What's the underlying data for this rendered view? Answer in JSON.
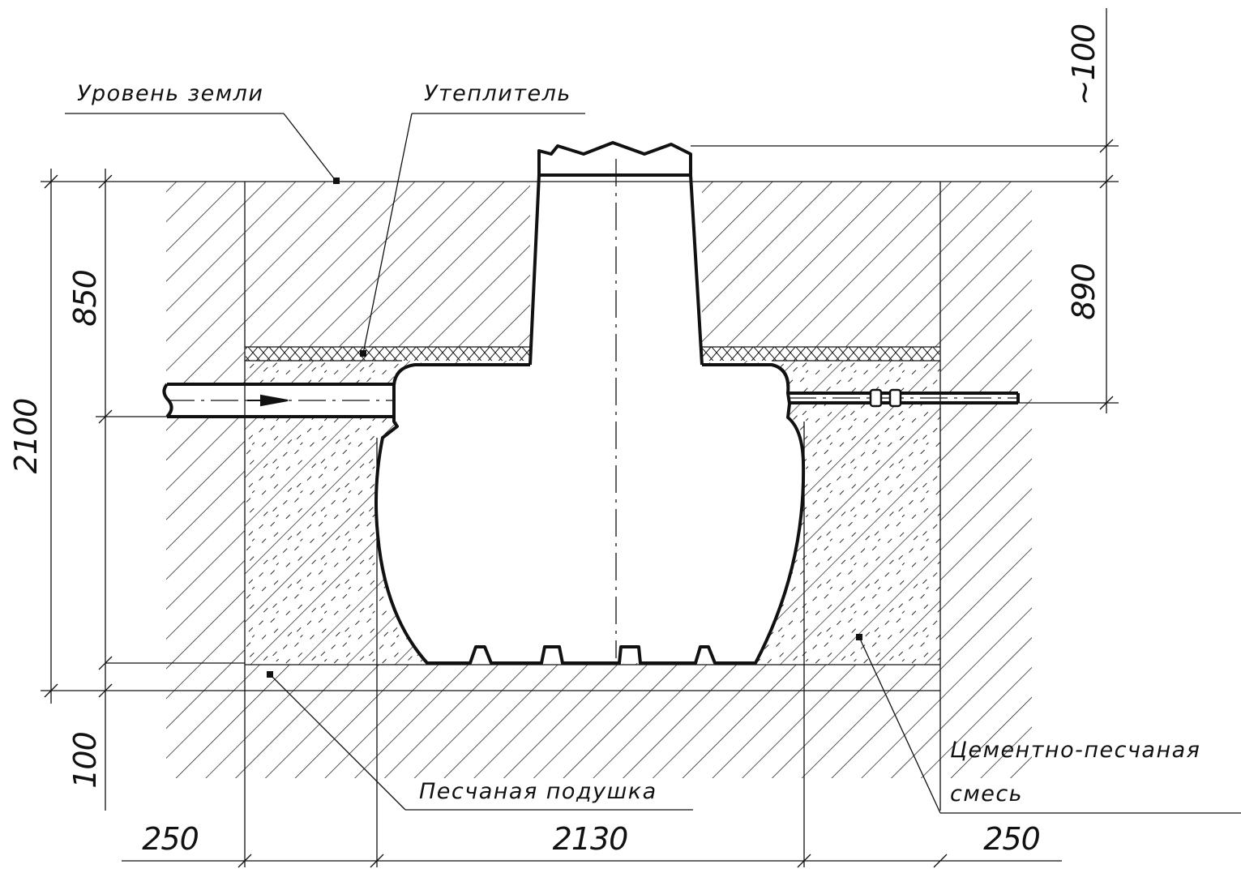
{
  "labels": {
    "ground_level": "Уровень земли",
    "insulation": "Утеплитель",
    "sand_cushion": "Песчаная подушка",
    "cement_sand_line1": "Цементно-песчаная",
    "cement_sand_line2": "смесь"
  },
  "dimensions": {
    "total_depth": "2100",
    "depth_to_inlet": "850",
    "cushion_thickness": "100",
    "outlet_depth": "890",
    "neck_above_ground": "~100",
    "left_gap": "250",
    "tank_width": "2130",
    "right_gap": "250"
  },
  "colors": {
    "line": "#111111",
    "background": "#ffffff"
  }
}
